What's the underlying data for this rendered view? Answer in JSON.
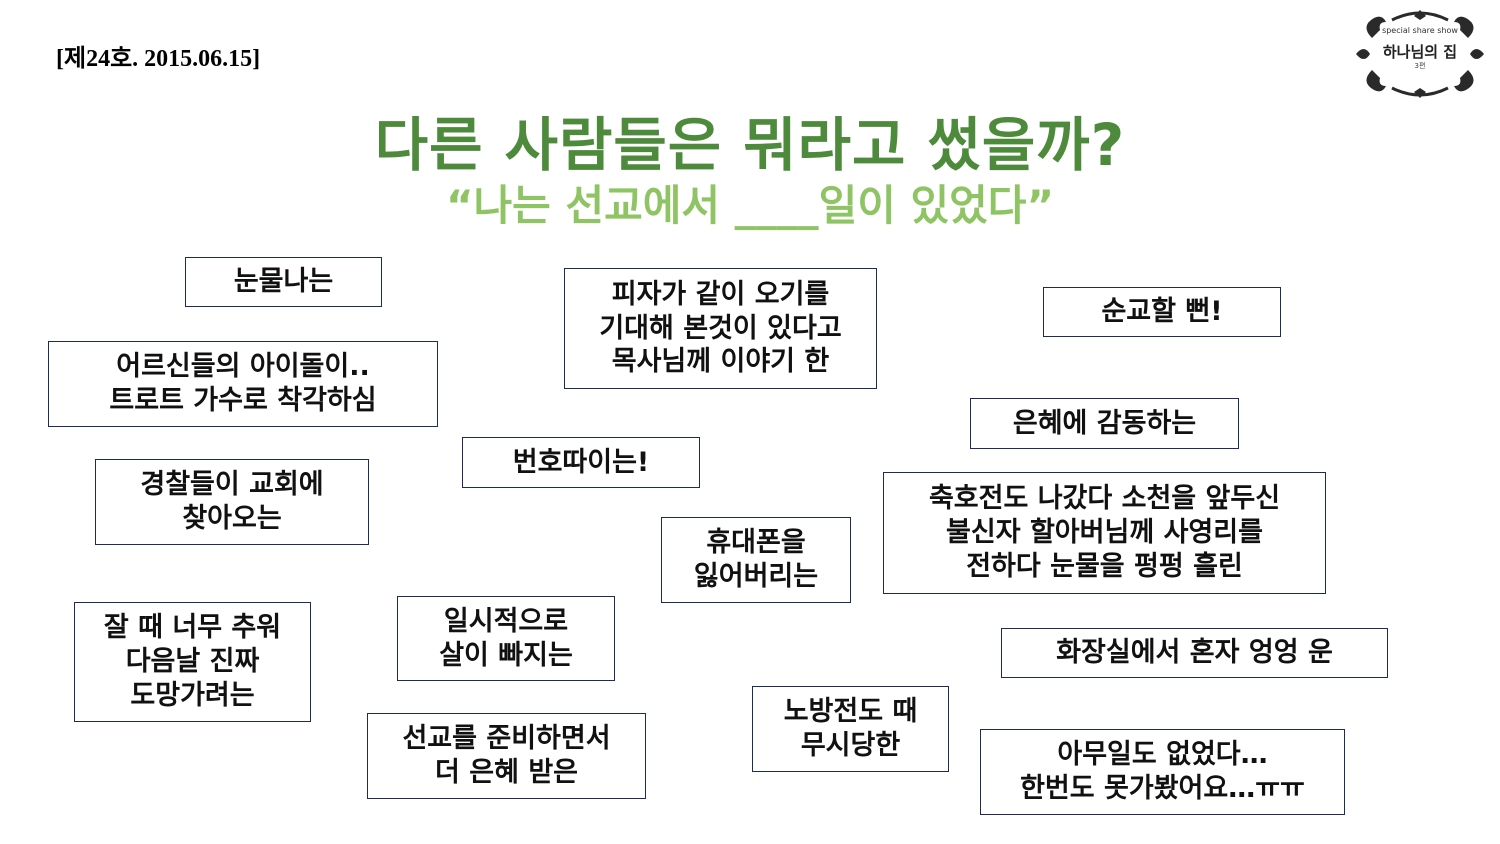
{
  "header": {
    "issue": "[제24호. 2015.06.15]",
    "logo": {
      "top_text": "special share show",
      "main_text": "하나님의 집",
      "bottom_text": "3편"
    }
  },
  "title": "다른 사람들은 뭐라고 썼을까?",
  "subtitle": "“나는 선교에서 ____일이 있었다”",
  "boxes": [
    {
      "lines": [
        "눈물나는"
      ]
    },
    {
      "lines": [
        "어르신들의 아이돌이..",
        "트로트 가수로 착각하심"
      ]
    },
    {
      "lines": [
        "경찰들이 교회에",
        "찾아오는"
      ]
    },
    {
      "lines": [
        "잘 때 너무 추워",
        "다음날 진짜",
        "도망가려는"
      ]
    },
    {
      "lines": [
        "피자가 같이 오기를",
        "기대해 본것이 있다고",
        "목사님께 이야기 한"
      ]
    },
    {
      "lines": [
        "번호따이는!"
      ]
    },
    {
      "lines": [
        "일시적으로",
        "살이 빠지는"
      ]
    },
    {
      "lines": [
        "선교를 준비하면서",
        "더 은혜 받은"
      ]
    },
    {
      "lines": [
        "휴대폰을",
        "잃어버리는"
      ]
    },
    {
      "lines": [
        "노방전도 때",
        "무시당한"
      ]
    },
    {
      "lines": [
        "순교할 뻔!"
      ]
    },
    {
      "lines": [
        "은혜에 감동하는"
      ]
    },
    {
      "lines": [
        "축호전도 나갔다 소천을 앞두신",
        "불신자 할아버님께 사영리를",
        "전하다 눈물을 펑펑 흘린"
      ]
    },
    {
      "lines": [
        "화장실에서 혼자 엉엉 운"
      ]
    },
    {
      "lines": [
        "아무일도 없었다…",
        "한번도 못가봤어요…ㅠㅠ"
      ]
    }
  ]
}
